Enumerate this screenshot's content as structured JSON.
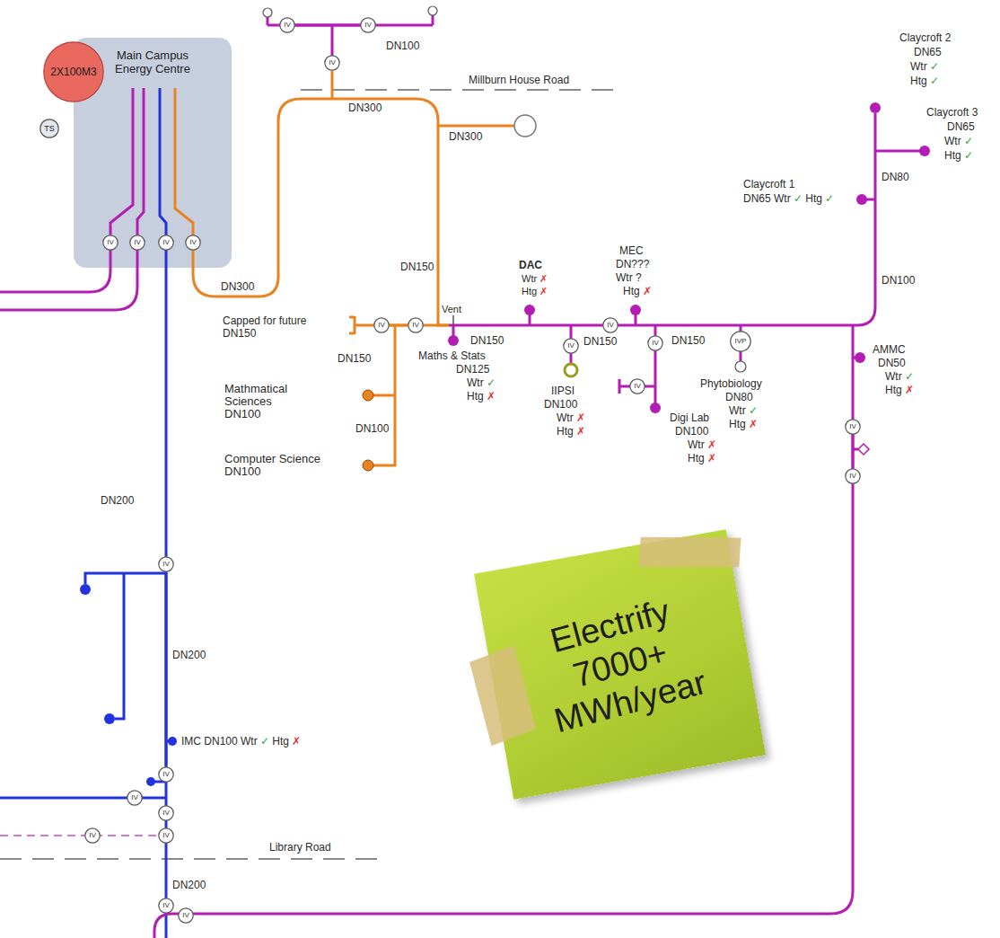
{
  "diagram": {
    "nodes": [
      {
        "text": [
          "2X100M3"
        ]
      },
      {
        "text": [
          "Main Campus Energy Centre"
        ]
      },
      {
        "text": [
          "IV"
        ],
        "in": 1
      },
      {
        "text": [
          "IV"
        ],
        "in": 1
      },
      {
        "text": [
          "IV"
        ],
        "in": 1
      },
      {
        "text": [
          "IV"
        ],
        "in": 1
      },
      {
        "text": [
          "TS"
        ]
      },
      {
        "text": [
          "IV"
        ]
      },
      {
        "text": [
          "IV"
        ]
      },
      {
        "text": [
          "IV"
        ]
      },
      {
        "text": [
          "IV"
        ]
      },
      {
        "text": [
          "IV"
        ]
      },
      {
        "text": [
          "IV"
        ]
      },
      {
        "text": [
          "IV"
        ]
      },
      {
        "text": [
          "IV"
        ]
      },
      {
        "text": [
          "IV"
        ]
      },
      {
        "text": [
          "IVP"
        ]
      },
      {
        "text": [
          "IV"
        ]
      },
      {
        "text": [
          "IV"
        ]
      },
      {
        "text": [
          "IV"
        ]
      },
      {
        "text": [
          "IV"
        ]
      },
      {
        "text": [
          "IV"
        ]
      },
      {
        "text": [
          "IV"
        ]
      },
      {
        "text": [
          "IV"
        ]
      },
      {
        "text": [
          "IV"
        ]
      },
      {
        "text": [
          "Electrify 7000+ MWh/year"
        ]
      },
      {
        "text": [
          "IV"
        ]
      },
      {
        "text": [
          "IV"
        ]
      }
    ],
    "edges": [
      {
        "from": 7,
        "to": 8,
        "arrow": "none"
      },
      {
        "from": 10,
        "to": 11,
        "arrow": "none"
      },
      {
        "from": 17,
        "to": 18,
        "arrow": "none"
      },
      {
        "from": 19,
        "to": 20,
        "arrow": "none"
      }
    ],
    "labels": [
      "DN100",
      "Millburn House Road",
      "DN300",
      "DN300",
      "DN300",
      "DN150",
      "Claycroft 2",
      "DN65",
      "Wtr ✓",
      "Htg ✓",
      "Claycroft 3",
      "DN65",
      "Wtr ✓",
      "Htg ✓",
      "Claycroft 1",
      "DN65 Wtr ✓ Htg ✓",
      "DN80",
      "DN100",
      "DAC",
      "Wtr ✗",
      "Htg ✗",
      "MEC",
      "DN???",
      "Wtr ?",
      "Htg ✗",
      "Capped for future DN150",
      "Vent",
      "DN150",
      "DN150",
      "DN150",
      "Maths & Stats",
      "DN125",
      "Wtr ✓",
      "Htg ✗",
      "IIPSI",
      "DN100",
      "Wtr ✗",
      "Htg ✗",
      "Digi Lab",
      "DN100",
      "Wtr ✗",
      "Htg ✗",
      "Phytobiology",
      "DN80",
      "Wtr ✓",
      "Htg ✗",
      "AMMC",
      "DN50",
      "Wtr ✓",
      "Htg ✗",
      "Mathmatical Sciences DN100",
      "DN150",
      "DN100",
      "Computer Science DN100",
      "DN200",
      "DN200",
      "IMC DN100 Wtr ✓ Htg ✗",
      "Library Road",
      "DN200"
    ]
  }
}
